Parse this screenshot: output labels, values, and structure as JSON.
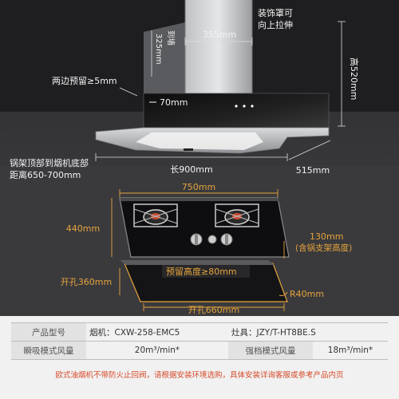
{
  "hood": {
    "decor_note_line1": "装饰罩可",
    "decor_note_line2": "向上拉伸",
    "chimney_width": "355mm",
    "to_wall_label": "到墙",
    "to_wall_value": "325mm",
    "height": "高520mm",
    "side_reserve": "两边预留≥5mm",
    "panel_width": "70mm",
    "length": "长900mm",
    "depth": "515mm"
  },
  "clearance": {
    "line1": "锅架顶部到烟机底部",
    "line2": "距离650-700mm"
  },
  "hob": {
    "width": "750mm",
    "depth": "440mm",
    "height_value": "130mm",
    "height_note": "(含锅支架高度)",
    "cutout_depth": "开孔360mm",
    "reserve_height": "预留高度≥80mm",
    "radius": "R40mm",
    "cutout_width": "开孔660mm"
  },
  "table": {
    "rows": [
      {
        "c1": "产品型号",
        "c2": "烟机：CXW-258-EMC5",
        "c3": "灶具：JZY/T-HT8BE.S"
      },
      {
        "c1": "瞬吸模式风量",
        "c2": "20m³/min*",
        "c3": "强档模式风量",
        "c4": "18m³/min*"
      }
    ],
    "note": "欧式油烟机不带防火止回阀，请根据安装环境选购，具体安装详询客服或参考产品内页"
  },
  "colors": {
    "orange": "#e6a43c",
    "red_note": "#d64a2a",
    "background": "#1b1b1d"
  }
}
